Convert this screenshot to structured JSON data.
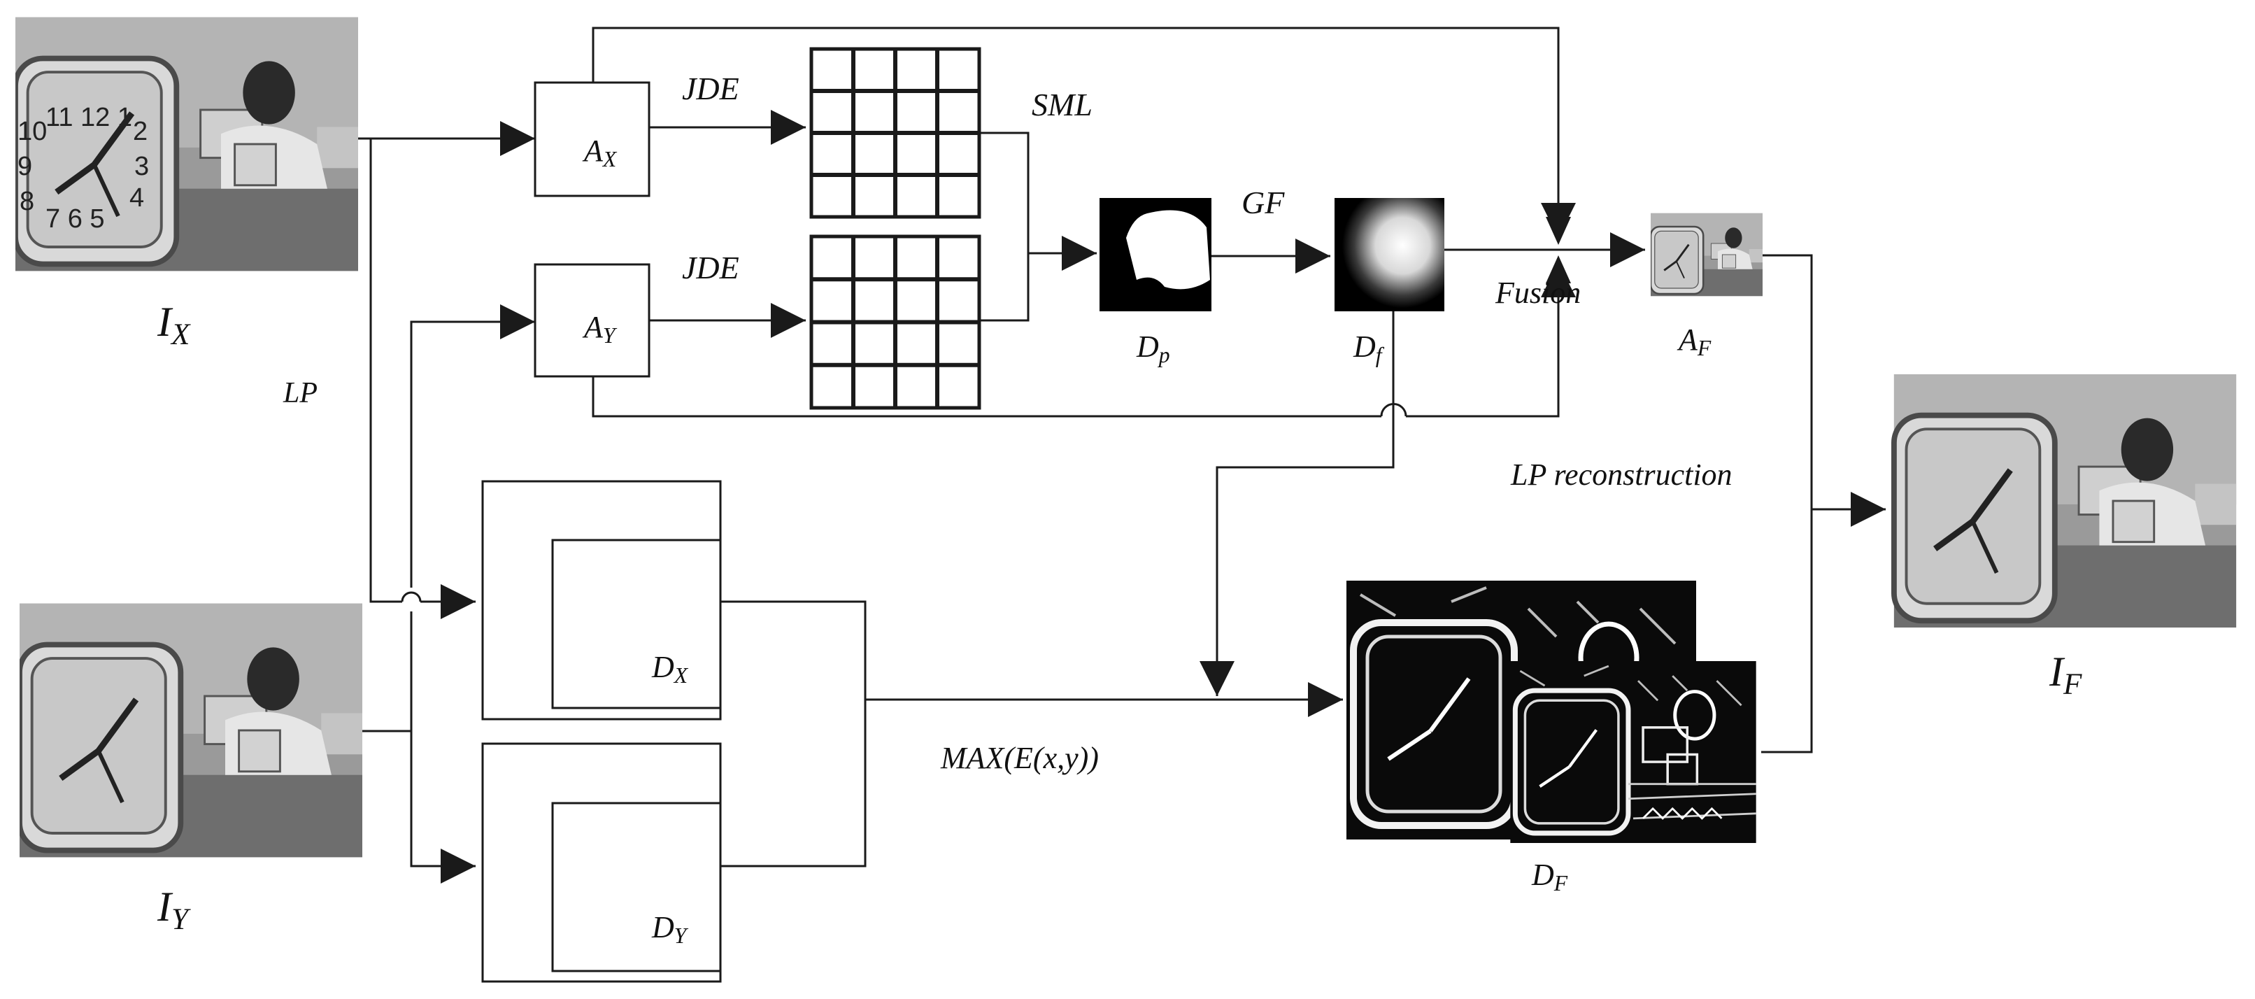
{
  "labels": {
    "ix_main": "I",
    "ix_sub": "X",
    "iy_main": "I",
    "iy_sub": "Y",
    "if_main": "I",
    "if_sub": "F",
    "ax_main": "A",
    "ax_sub": "X",
    "ay_main": "A",
    "ay_sub": "Y",
    "af_main": "A",
    "af_sub": "F",
    "dp_main": "D",
    "dp_sub": "p",
    "df_main": "D",
    "df_sub": "f",
    "dx_main": "D",
    "dx_sub": "X",
    "dy_main": "D",
    "dy_sub": "Y",
    "dF_main": "D",
    "dF_sub": "F",
    "lp": "LP",
    "jde_top": "JDE",
    "jde_bottom": "JDE",
    "sml": "SML",
    "gf": "GF",
    "fusion": "Fusion",
    "lp_reconstruction": "LP reconstruction",
    "max_energy": "MAX(E(x,y))"
  },
  "clock_numerals": {
    "top_row": "11 12 1",
    "left_top": "10",
    "left_mid": "9",
    "left_bottom": "8",
    "right_top": "2",
    "right_mid": "3",
    "right_bottom": "4",
    "bottom_row": "7 6 5"
  },
  "colors": {
    "line": "#1a1a1a",
    "photo_bg": "#8a8a8a",
    "photo_dark": "#3a3a3a"
  }
}
